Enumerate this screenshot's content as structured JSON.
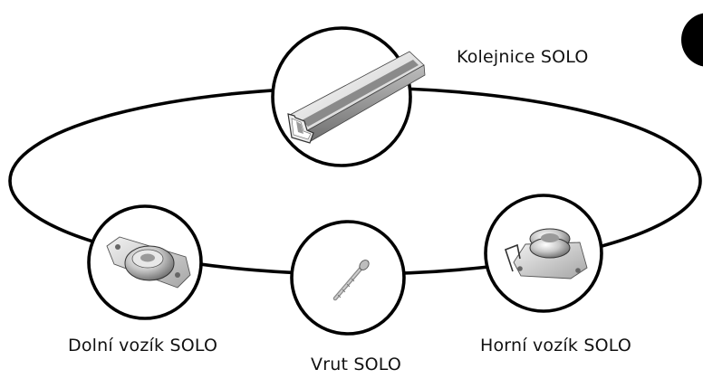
{
  "diagram": {
    "nodes": [
      {
        "id": "rail",
        "label": "Kolejnice SOLO",
        "icon": "rail-profile-icon"
      },
      {
        "id": "lower-carriage",
        "label": "Dolní vozík SOLO",
        "icon": "lower-carriage-icon"
      },
      {
        "id": "screw",
        "label": "Vrut SOLO",
        "icon": "screw-icon"
      },
      {
        "id": "upper-carriage",
        "label": "Horní vozík SOLO",
        "icon": "upper-carriage-icon"
      }
    ],
    "colors": {
      "stroke": "#000000",
      "background": "#ffffff",
      "metal_light": "#e4e4e4",
      "metal_mid": "#b8b8b8",
      "metal_dark": "#6e6e6e"
    }
  }
}
